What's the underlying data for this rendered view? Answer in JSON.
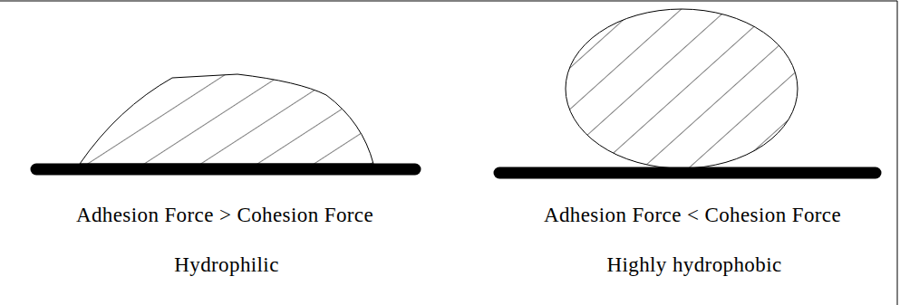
{
  "diagram": {
    "labels": [
      "Adhesion Force > Cohesion Force",
      "Hydrophilic",
      "Adhesion Force < Cohesion Force",
      "Highly hydrophobic"
    ]
  }
}
